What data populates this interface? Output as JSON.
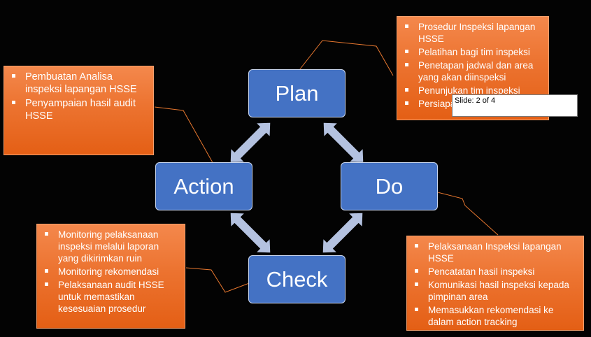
{
  "nodes": {
    "plan": "Plan",
    "do": "Do",
    "check": "Check",
    "action": "Action"
  },
  "notes": {
    "plan": [
      "Prosedur Inspeksi lapangan HSSE",
      "Pelatihan bagi tim inspeksi",
      "Penetapan jadwal dan area yang akan diinspeksi",
      "Penunjukan tim inspeksi",
      "Persiapan"
    ],
    "action": [
      "Pembuatan Analisa inspeksi lapangan HSSE",
      "Penyampaian hasil audit HSSE"
    ],
    "do": [
      "Pelaksanaan Inspeksi lapangan HSSE",
      "Pencatatan hasil inspeksi",
      "Komunikasi hasil inspeksi kepada pimpinan area",
      "Memasukkan rekomendasi ke dalam action tracking"
    ],
    "check": [
      "Monitoring pelaksanaan inspeksi melalui laporan yang dikirimkan ruin",
      "Monitoring rekomendasi",
      "Pelaksanaan audit HSSE untuk memastikan kesesuaian prosedur"
    ]
  },
  "tooltip": "Slide: 2 of 4",
  "colors": {
    "background": "#030303",
    "node_fill": "#4472C4",
    "note_fill": "#EC7330",
    "arrow_fill": "#B4C2E0",
    "leader_line": "#E8782F"
  }
}
